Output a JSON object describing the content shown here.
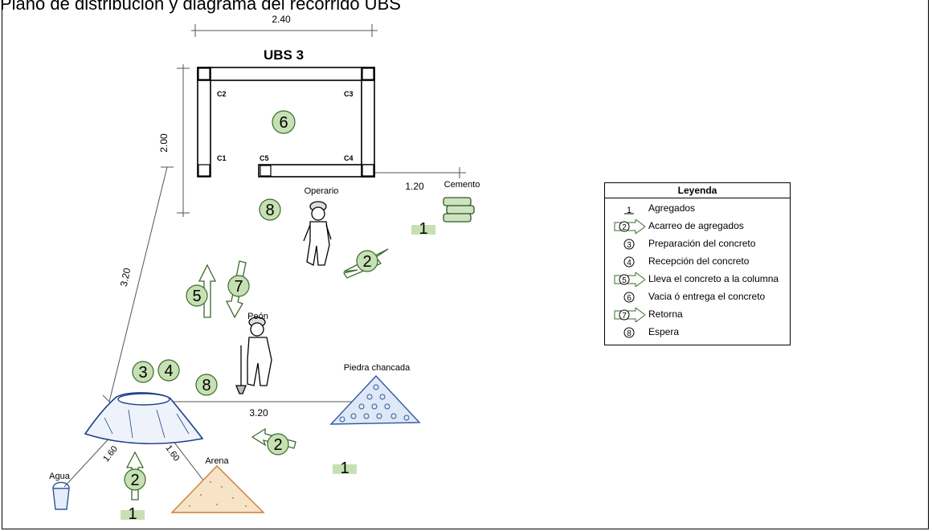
{
  "header": {
    "title": "Plano de distribución y diagrama del recorrido UBS"
  },
  "plan": {
    "ubs_title": "UBS 3",
    "columns": [
      "C1",
      "C2",
      "C3",
      "C4",
      "C5"
    ],
    "dimensions": {
      "width": "2.40",
      "height": "2.00",
      "cemento_offset": "1.20",
      "diagonal": "3.20",
      "horizontal": "3.20",
      "agua_dist": "1.60",
      "arena_dist": "1.60"
    },
    "labels": {
      "operario": "Operario",
      "cemento": "Cemento",
      "peon": "Peón",
      "piedra": "Piedra chancada",
      "agua": "Agua",
      "arena": "Arena"
    },
    "markers": {
      "activity6": "6",
      "wait_top": "8",
      "wait_mid": "8",
      "prep": "3",
      "reception": "4",
      "carry_top": "2",
      "carry_mid": "2",
      "carry_bottom": "2",
      "take_concrete": "5",
      "return": "7",
      "agg_top": "1",
      "agg_mid": "1",
      "agg_bottom": "1"
    },
    "colors": {
      "marker_fill": "#c6e0b4",
      "marker_stroke": "#3a6b2a",
      "sand": "#c8802e",
      "stone": "#2e5a9c",
      "pile": "#1d3f8a"
    }
  },
  "legend": {
    "title": "Leyenda",
    "items": [
      {
        "symbol": "1",
        "label": "Agregados"
      },
      {
        "symbol": "2",
        "label": "Acarreo de agregados"
      },
      {
        "symbol": "3",
        "label": "Preparación del concreto"
      },
      {
        "symbol": "4",
        "label": "Recepción del concreto"
      },
      {
        "symbol": "5",
        "label": "Lleva el concreto a la columna"
      },
      {
        "symbol": "6",
        "label": "Vacia ó entrega el concreto"
      },
      {
        "symbol": "7",
        "label": "Retorna"
      },
      {
        "symbol": "8",
        "label": "Espera"
      }
    ]
  }
}
